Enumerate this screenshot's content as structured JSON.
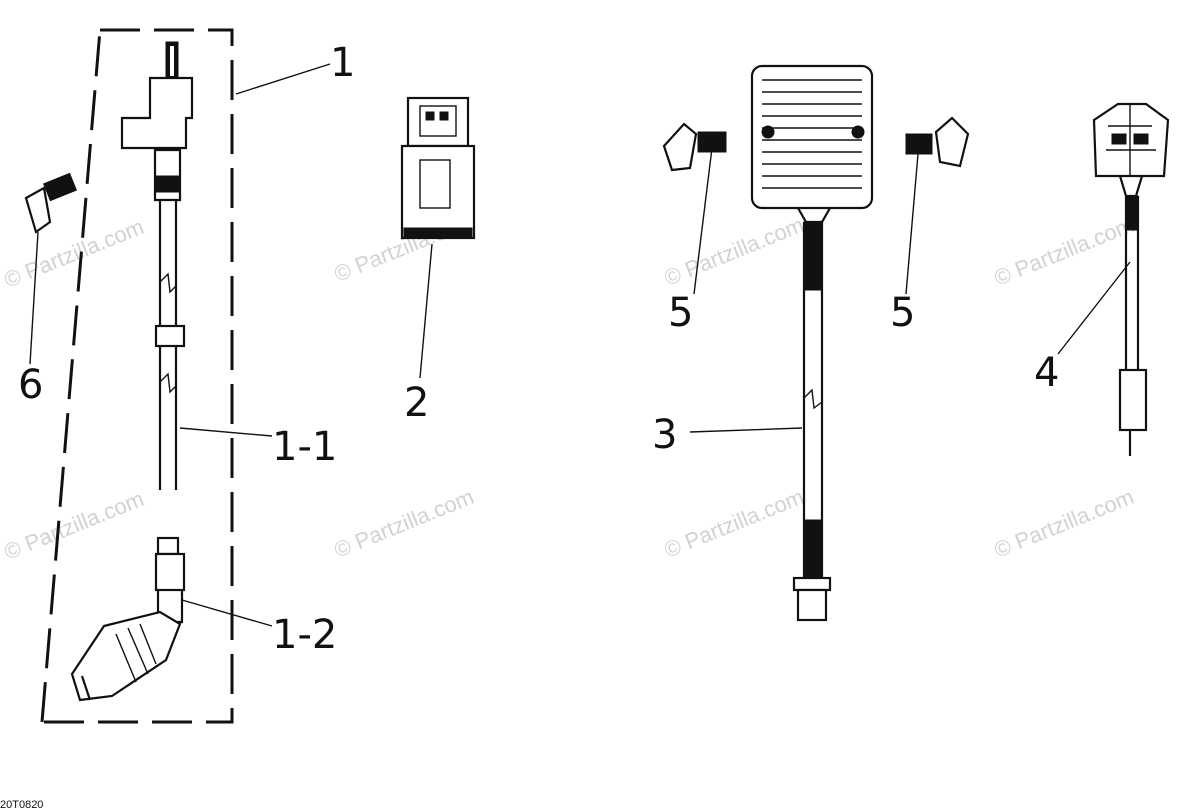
{
  "diagram": {
    "callouts": {
      "c1": "1",
      "c1_1": "1-1",
      "c1_2": "1-2",
      "c2": "2",
      "c3": "3",
      "c4": "4",
      "c5a": "5",
      "c5b": "5",
      "c6": "6"
    },
    "watermarks": {
      "w1": "© Partzilla.com",
      "w2": "© Partzilla.com",
      "w3": "© Partzilla.com",
      "w4": "© Partzilla.com",
      "w5": "© Partzilla.com",
      "w6": "© Partzilla.com",
      "w7": "© Partzilla.com",
      "w8": "© Partzilla.com"
    },
    "diagram_code": "20T0820"
  }
}
